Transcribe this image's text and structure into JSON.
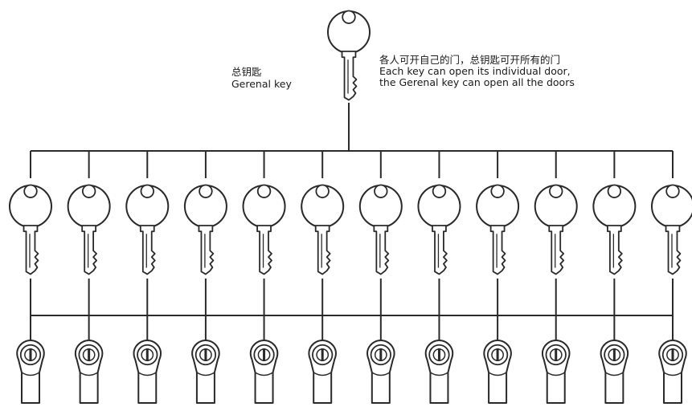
{
  "master_key": {
    "label_cn": "总钥匙",
    "label_en": "Gerenal key"
  },
  "description": {
    "line_cn": "各人可开自己的门，总钥匙可开所有的门",
    "line_en_1": "Each key can open its individual door,",
    "line_en_2": "the Gerenal key can open all the doors"
  },
  "individual_key_count": 12,
  "lock_cylinder_count": 12,
  "colors": {
    "stroke": "#2a2a2a",
    "key_fill": "#ffffff",
    "background": "#ffffff"
  }
}
